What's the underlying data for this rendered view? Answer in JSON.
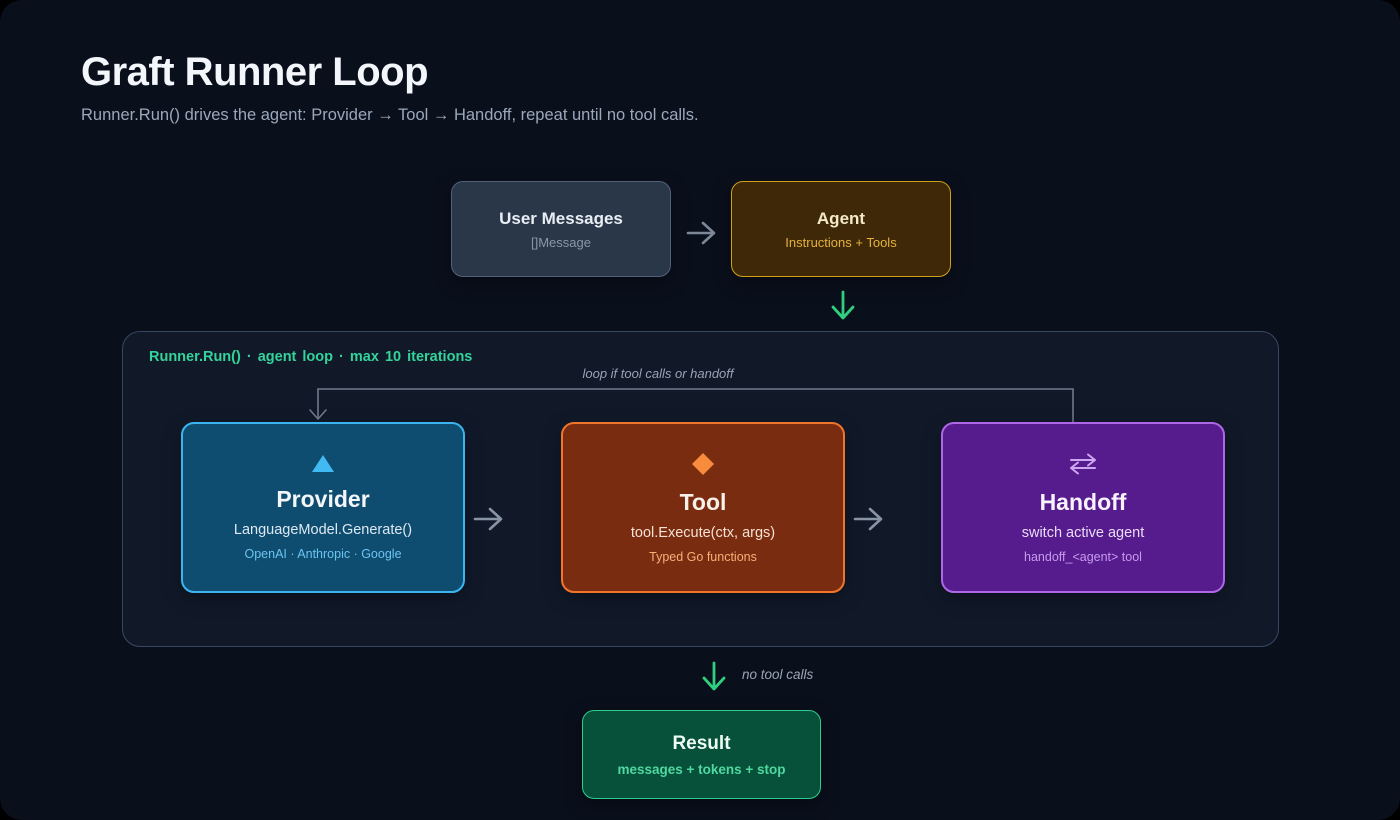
{
  "header": {
    "title": "Graft Runner Loop",
    "subtitle": "Runner.Run() drives the agent: Provider → Tool → Handoff, repeat until no tool calls."
  },
  "top_row": {
    "user_messages": {
      "title": "User Messages",
      "subtitle": "[]Message"
    },
    "agent": {
      "title": "Agent",
      "subtitle": "Instructions + Tools"
    }
  },
  "loop_container": {
    "label": "Runner.Run() · agent loop · max 10 iterations",
    "loop_note": "loop if tool calls or handoff",
    "boxes": [
      {
        "icon": "triangle-icon",
        "title": "Provider",
        "line1": "LanguageModel.Generate()",
        "line2": "OpenAI · Anthropic · Google"
      },
      {
        "icon": "diamond-icon",
        "title": "Tool",
        "line1": "tool.Execute(ctx, args)",
        "line2": "Typed Go functions"
      },
      {
        "icon": "swap-arrows-icon",
        "title": "Handoff",
        "line1": "switch active agent",
        "line2": "handoff_<agent> tool"
      }
    ]
  },
  "exit": {
    "note": "no tool calls"
  },
  "result": {
    "title": "Result",
    "subtitle": "messages + tokens + stop"
  },
  "icons": {
    "flow_arrow": "arrow-right",
    "enter_loop": "arrow-down-green",
    "provider": "triangle",
    "tool": "diamond",
    "handoff": "swap-arrows",
    "exit_loop": "arrow-down-green"
  },
  "colors": {
    "background": "#0a0f1c",
    "panel_bg": "#111929",
    "panel_border": "#384761",
    "green_accent": "#2fcf7f",
    "loop_label_green": "#34d399",
    "provider_blue": "#3bb4ef",
    "provider_bg": "#0e4c70",
    "tool_orange": "#f1742b",
    "tool_bg": "#7a2c11",
    "handoff_purple": "#ae67e7",
    "handoff_bg": "#561b8d",
    "agent_gold": "#d0a018",
    "agent_bg": "#3e2808",
    "result_green": "#2ecd8e",
    "result_bg": "#07503a",
    "connector_gray": "#7d8899"
  }
}
